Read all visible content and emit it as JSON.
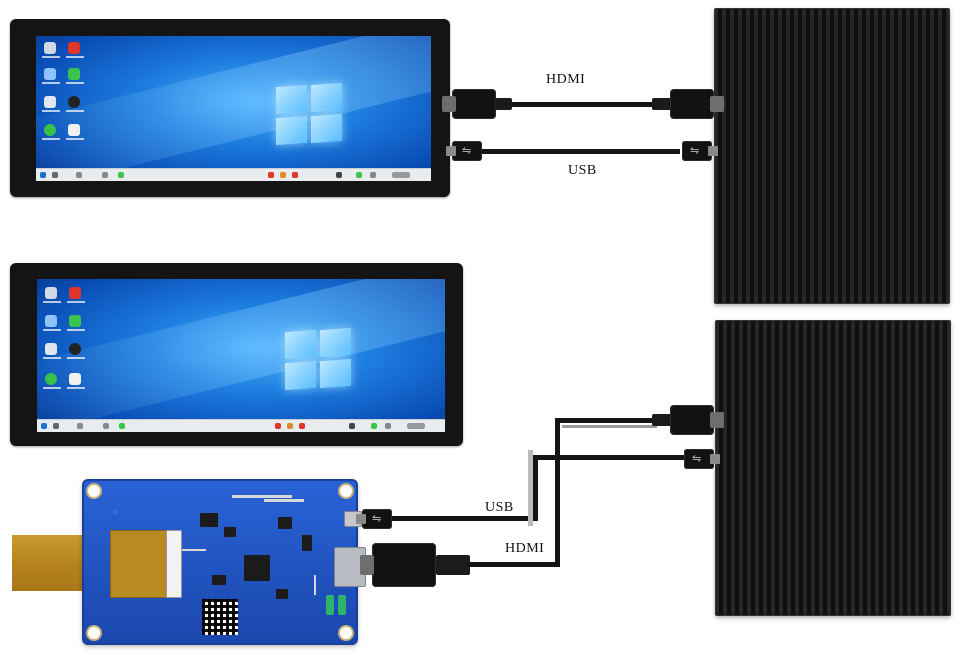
{
  "labels": {
    "top_hdmi": "HDMI",
    "top_usb": "USB",
    "bottom_usb": "USB",
    "bottom_hdmi": "HDMI"
  },
  "icons": {
    "top_hdmi_plug_left": "hdmi-connector-icon",
    "top_hdmi_plug_right": "hdmi-connector-icon",
    "top_usb_plug_left": "usb-connector-icon",
    "top_usb_plug_right": "usb-connector-icon",
    "bottom_usb_plug_board": "usb-connector-icon",
    "bottom_hdmi_plug_board": "hdmi-connector-icon",
    "bottom_hdmi_plug_pc": "hdmi-connector-icon",
    "bottom_usb_plug_pc": "usb-connector-icon",
    "windows_logo": "windows-logo-icon"
  },
  "colors": {
    "cable": "#151515",
    "board": "#1f55c9",
    "desktop": "#1e7fe0",
    "fpc": "#b5841e"
  }
}
